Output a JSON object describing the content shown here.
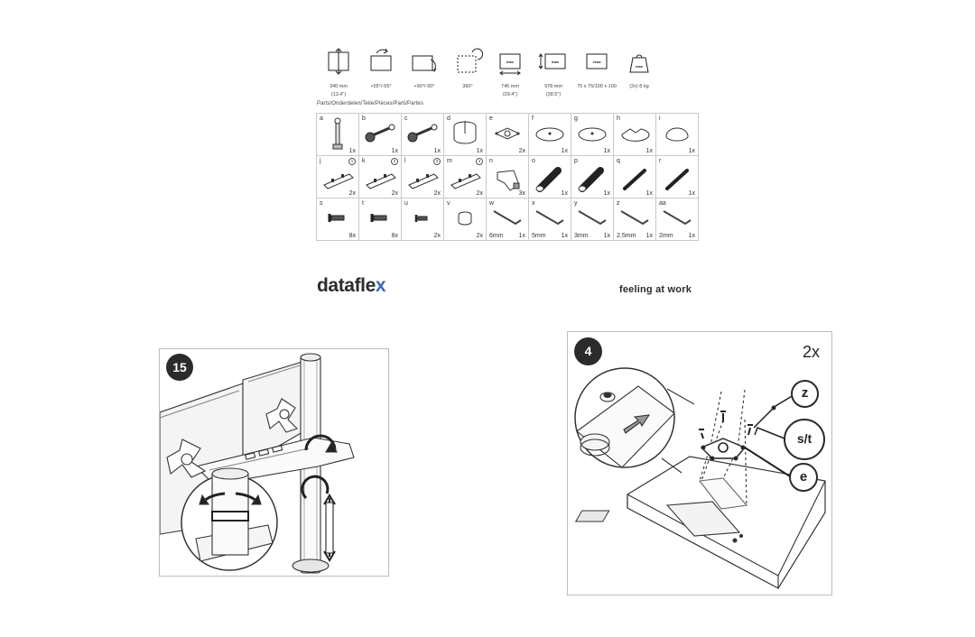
{
  "specs": [
    {
      "icon": "height-adjust-icon",
      "label": "340 mm\n(13.4\")"
    },
    {
      "icon": "tilt-icon",
      "label": "+55°/-55°"
    },
    {
      "icon": "rotate-icon",
      "label": "+90°/-90°"
    },
    {
      "icon": "swivel-icon",
      "label": "360°"
    },
    {
      "icon": "max-width-icon",
      "icon_text": "max",
      "label": "746 mm\n(29.4\")"
    },
    {
      "icon": "max-height-icon",
      "icon_text": "max",
      "label": "978 mm\n(38.5\")"
    },
    {
      "icon": "vesa-icon",
      "icon_text": "vesa",
      "label": "75 x 75/100 x 100"
    },
    {
      "icon": "max-weight-icon",
      "icon_text": "max",
      "label": "(2x) 8 kg"
    }
  ],
  "parts_title": "Parts/Onderdelen/Teile/Pièces/Parti/Partes",
  "parts": [
    {
      "letter": "a",
      "qty": "1x",
      "icon": "pole-icon"
    },
    {
      "letter": "b",
      "qty": "1x",
      "icon": "arm-icon"
    },
    {
      "letter": "c",
      "qty": "1x",
      "icon": "arm-icon"
    },
    {
      "letter": "d",
      "qty": "1x",
      "icon": "clamp-collar-icon"
    },
    {
      "letter": "e",
      "qty": "2x",
      "icon": "vesa-plate-icon"
    },
    {
      "letter": "f",
      "qty": "1x",
      "icon": "base-disc-icon"
    },
    {
      "letter": "g",
      "qty": "1x",
      "icon": "base-disc-icon"
    },
    {
      "letter": "h",
      "qty": "1x",
      "icon": "slotted-disc-icon"
    },
    {
      "letter": "i",
      "qty": "1x",
      "icon": "dome-cap-icon"
    },
    {
      "letter": "j",
      "qty": "2x",
      "step": "1",
      "icon": "bracket-icon"
    },
    {
      "letter": "k",
      "qty": "2x",
      "step": "2",
      "icon": "bracket-icon"
    },
    {
      "letter": "l",
      "qty": "2x",
      "step": "3",
      "icon": "bracket-icon"
    },
    {
      "letter": "m",
      "qty": "2x",
      "step": "4",
      "icon": "bracket-icon"
    },
    {
      "letter": "n",
      "qty": "3x",
      "icon": "cable-clip-icon"
    },
    {
      "letter": "o",
      "qty": "1x",
      "icon": "threaded-rod-icon"
    },
    {
      "letter": "p",
      "qty": "1x",
      "icon": "threaded-rod-icon"
    },
    {
      "letter": "q",
      "qty": "1x",
      "icon": "long-bolt-icon"
    },
    {
      "letter": "r",
      "qty": "1x",
      "icon": "long-bolt-icon"
    },
    {
      "letter": "s",
      "qty": "8x",
      "icon": "screw-icon"
    },
    {
      "letter": "t",
      "qty": "8x",
      "icon": "screw-icon"
    },
    {
      "letter": "u",
      "qty": "2x",
      "icon": "small-screw-icon"
    },
    {
      "letter": "v",
      "qty": "2x",
      "icon": "spacer-icon"
    },
    {
      "letter": "w",
      "qty": "1x",
      "size": "6mm",
      "icon": "hex-key-icon"
    },
    {
      "letter": "x",
      "qty": "1x",
      "size": "5mm",
      "icon": "hex-key-icon"
    },
    {
      "letter": "y",
      "qty": "1x",
      "size": "3mm",
      "icon": "hex-key-icon"
    },
    {
      "letter": "z",
      "qty": "1x",
      "size": "2.5mm",
      "icon": "hex-key-icon"
    },
    {
      "letter": "aa",
      "qty": "1x",
      "size": "2mm",
      "icon": "hex-key-icon"
    }
  ],
  "brand": {
    "name": "dataflex",
    "name_main": "datafle",
    "name_accent": "x",
    "accent_color": "#3e6bb5"
  },
  "tagline": "feeling at work",
  "figures": {
    "step15": {
      "number": "15",
      "icon": "monitor-arm-assembly-illustration"
    },
    "step4": {
      "number": "4",
      "quantity": "2x",
      "icon": "vesa-mount-illustration",
      "callouts": {
        "z": "z",
        "st": "s/t",
        "e": "e"
      }
    }
  }
}
